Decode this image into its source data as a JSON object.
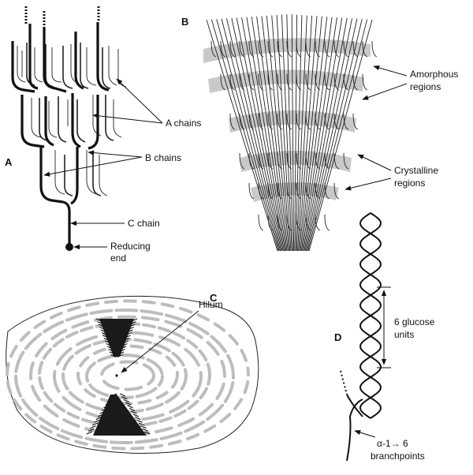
{
  "panels": {
    "A": {
      "letter": "A",
      "labels": {
        "a_chains": "A chains",
        "b_chains": "B chains",
        "c_chain": "C chain",
        "reducing_end_line1": "Reducing",
        "reducing_end_line2": "end"
      }
    },
    "B": {
      "letter": "B",
      "labels": {
        "amorphous_line1": "Amorphous",
        "amorphous_line2": "regions",
        "crystalline_line1": "Crystalline",
        "crystalline_line2": "regions"
      }
    },
    "C": {
      "letter": "C",
      "labels": {
        "hilum": "Hilum"
      }
    },
    "D": {
      "letter": "D",
      "labels": {
        "glucose_line1": "6 glucose",
        "glucose_line2": "units",
        "branch_line1": "α-1→ 6",
        "branch_line2": "branchpoints"
      }
    }
  }
}
